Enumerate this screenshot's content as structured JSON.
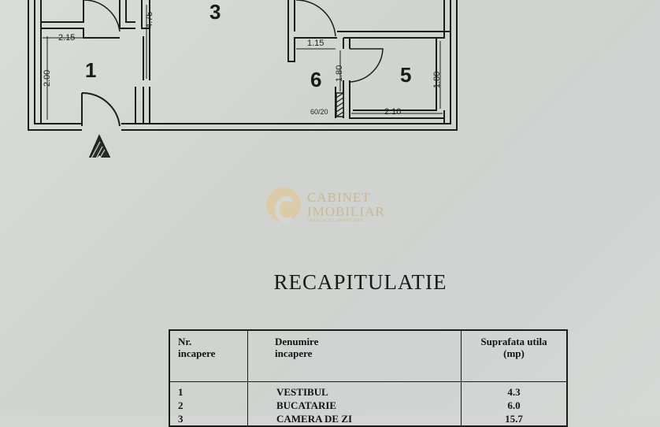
{
  "plan": {
    "rooms": [
      {
        "id": "1",
        "label": "1"
      },
      {
        "id": "3",
        "label": "3"
      },
      {
        "id": "5",
        "label": "5"
      },
      {
        "id": "6",
        "label": "6"
      }
    ],
    "dimensions": {
      "d_2_15": "2.15",
      "d_2_00": "2.00",
      "d_4_75": "4.75",
      "d_1_15": "1.15",
      "d_1_80a": "1.80",
      "d_1_80b": "1.80",
      "d_2_10": "2.10",
      "d_60_20": "60/20"
    }
  },
  "watermark": {
    "line1": "CABINET",
    "line2": "IMOBILIAR",
    "line3": "TRANZACTII IMOBILIARE"
  },
  "recap": {
    "title": "RECAPITULATIE",
    "headers": {
      "nr": "Nr.\nincapere",
      "name": "Denumire\nincapere",
      "area": "Suprafata utila\n(mp)"
    },
    "rows": [
      {
        "nr": "1",
        "name": "VESTIBUL",
        "area": "4.3"
      },
      {
        "nr": "2",
        "name": "BUCATARIE",
        "area": "6.0"
      },
      {
        "nr": "3",
        "name": "CAMERA DE ZI",
        "area": "15.7"
      }
    ]
  },
  "colors": {
    "paper": "#d3d6d3",
    "ink": "#1a1a1a",
    "watermark": "#c9b896"
  }
}
